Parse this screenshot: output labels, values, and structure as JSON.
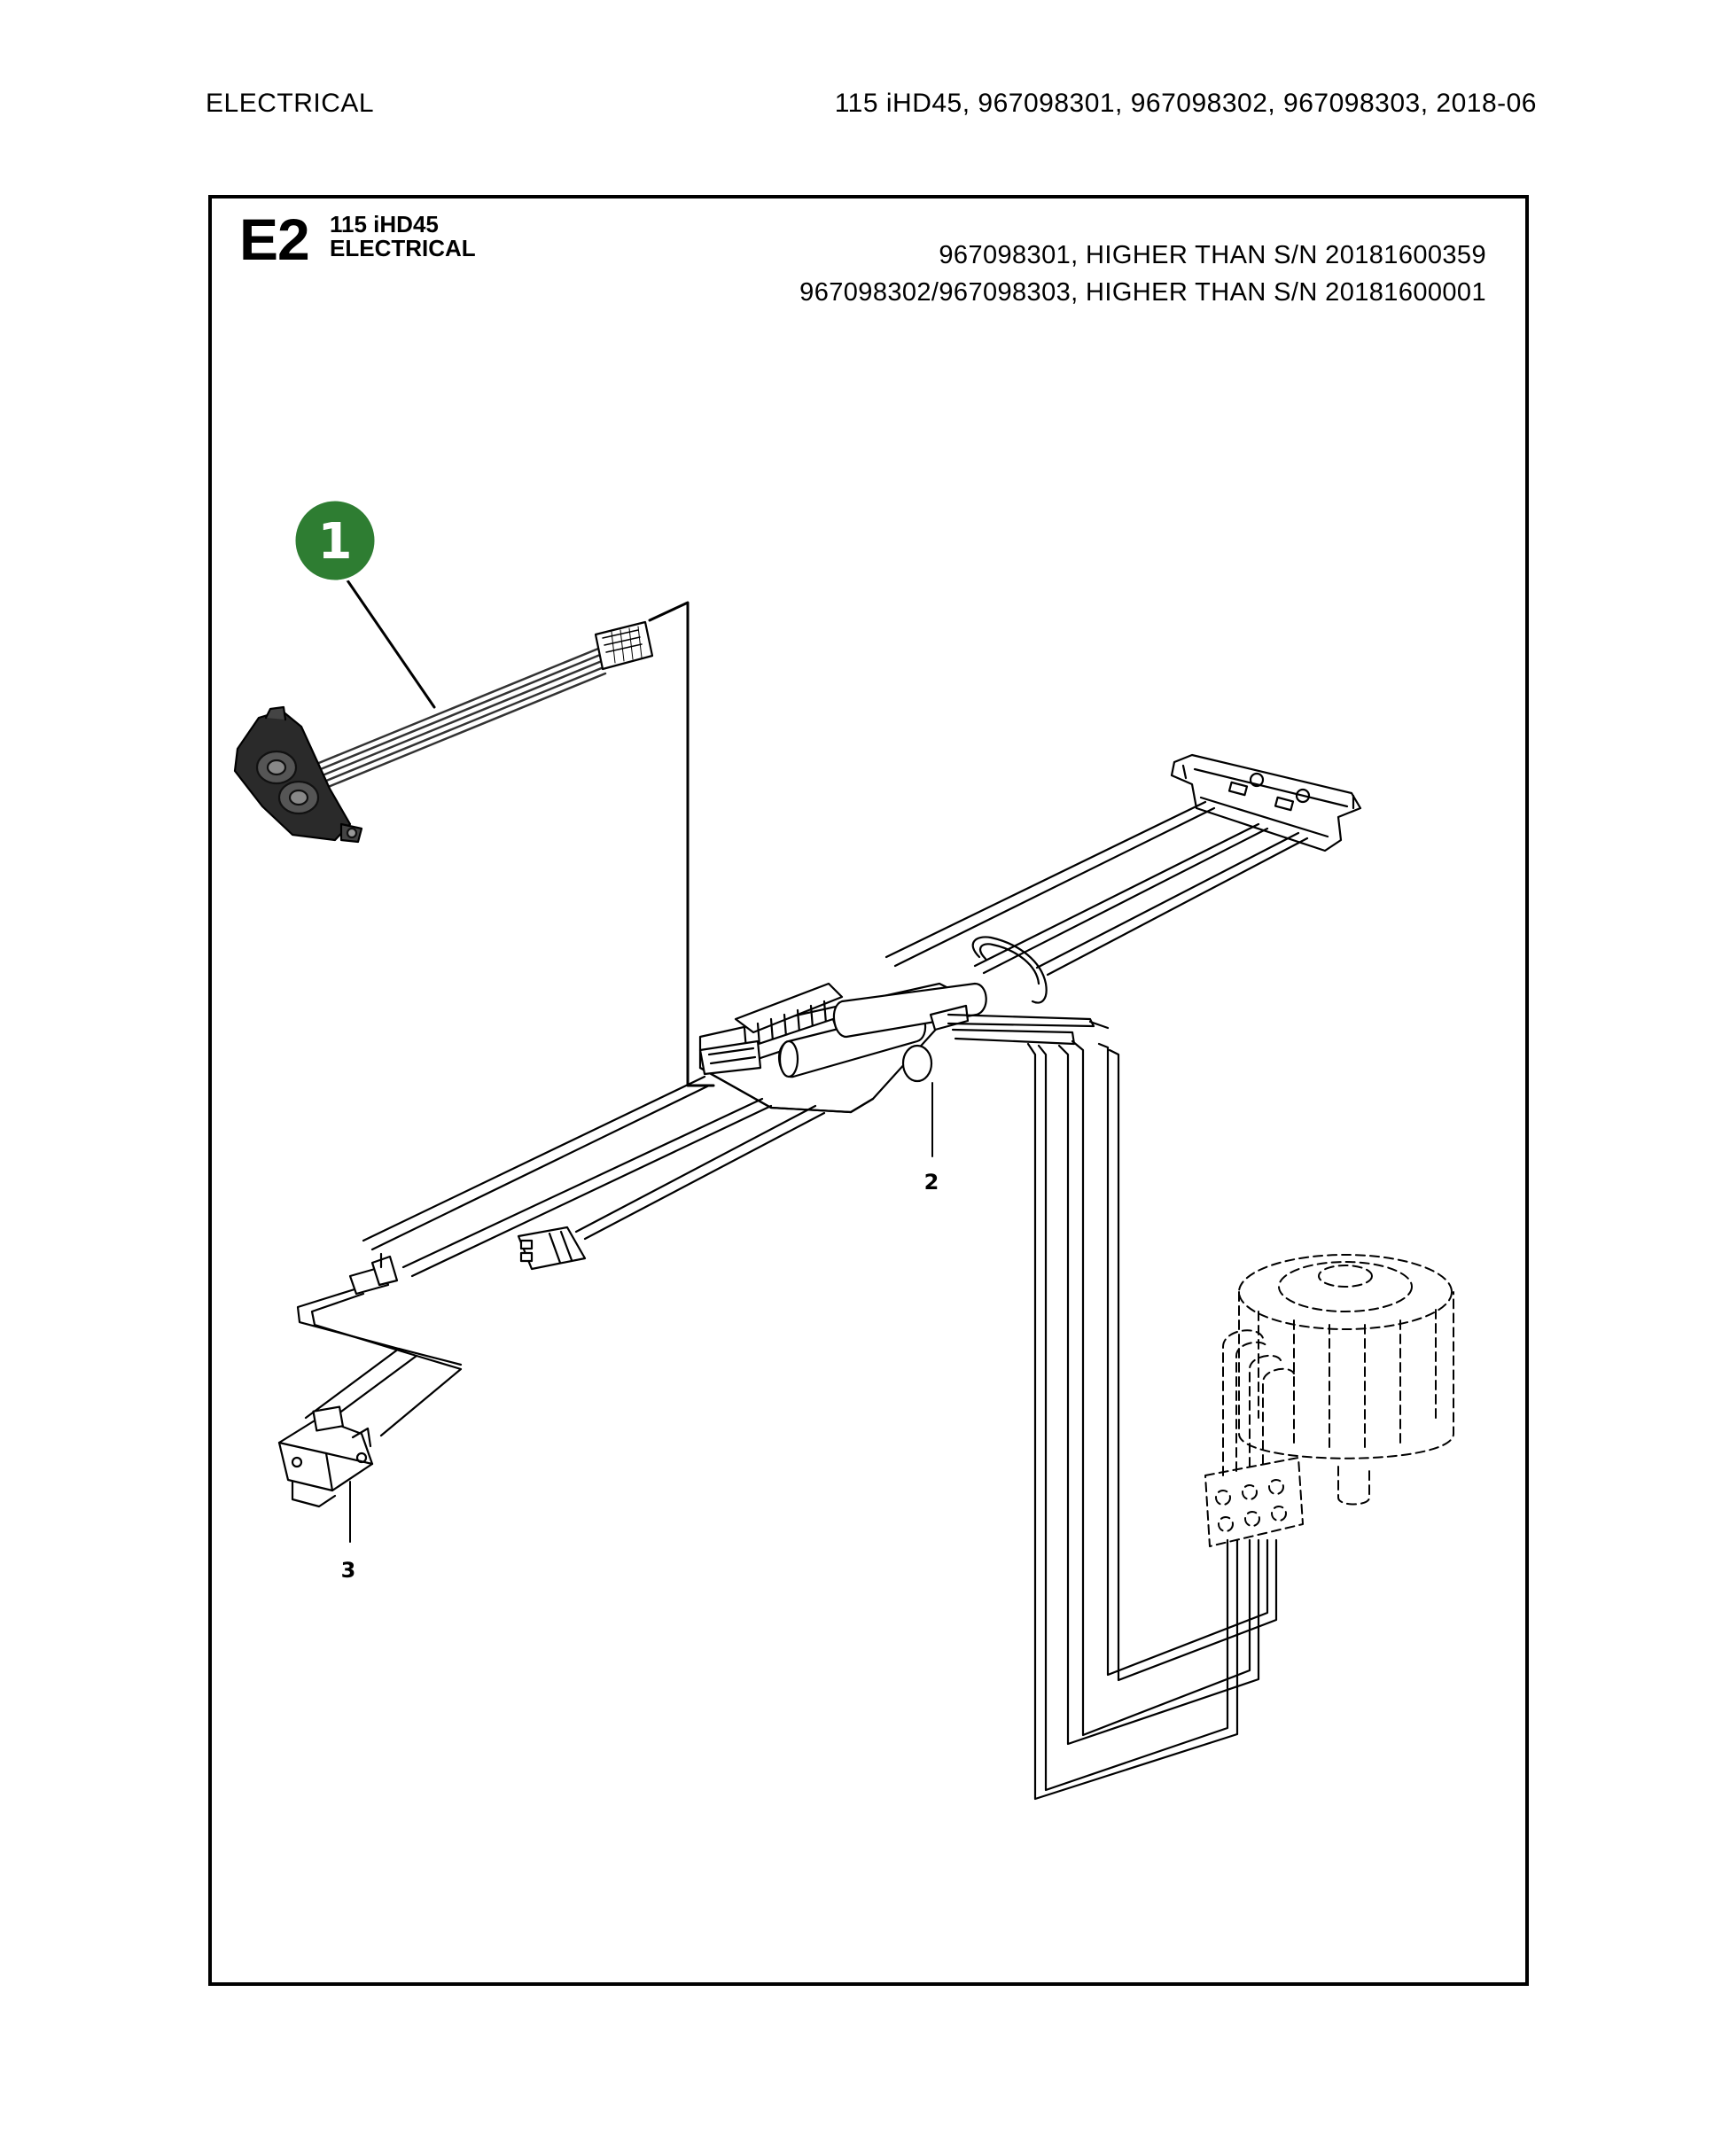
{
  "header": {
    "section_label": "ELECTRICAL",
    "model_info": "115 iHD45, 967098301, 967098302, 967098303, 2018-06"
  },
  "panel": {
    "code": "E2",
    "title_line1": "115 iHD45",
    "title_line2": "ELECTRICAL",
    "serial_note_1": "967098301, HIGHER THAN S/N 20181600359",
    "serial_note_2": "967098302/967098303, HIGHER THAN S/N 20181600001"
  },
  "callouts": [
    {
      "label": "1",
      "highlighted": true,
      "part": "control panel with cable"
    },
    {
      "label": "2",
      "highlighted": false,
      "part": "circuit board"
    },
    {
      "label": "3",
      "highlighted": false,
      "part": "micro switch"
    }
  ],
  "colors": {
    "highlight_badge": "#2e7d32",
    "line": "#000000",
    "part_dark": "#2a2a2a"
  }
}
